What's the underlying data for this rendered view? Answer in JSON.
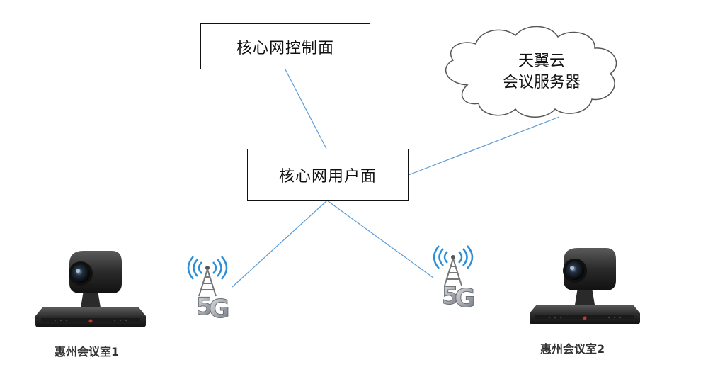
{
  "nodes": {
    "core_control": "核心网控制面",
    "core_user": "核心网用户面",
    "cloud_line1": "天翼云",
    "cloud_line2": "会议服务器"
  },
  "rooms": {
    "room1": "惠州会议室1",
    "room2": "惠州会议室2"
  },
  "towers": {
    "tower_label": "5G"
  },
  "colors": {
    "link": "#5b9bd5",
    "cloud_fill": "#ffffff",
    "cloud_stroke": "#555555",
    "tower_wave": "#2e8fd6",
    "tower_metal": "#9aa0a6",
    "camera_body": "#2b2b2b"
  },
  "icons": [
    "cloud-icon",
    "5g-tower-icon",
    "video-conference-camera-icon"
  ]
}
